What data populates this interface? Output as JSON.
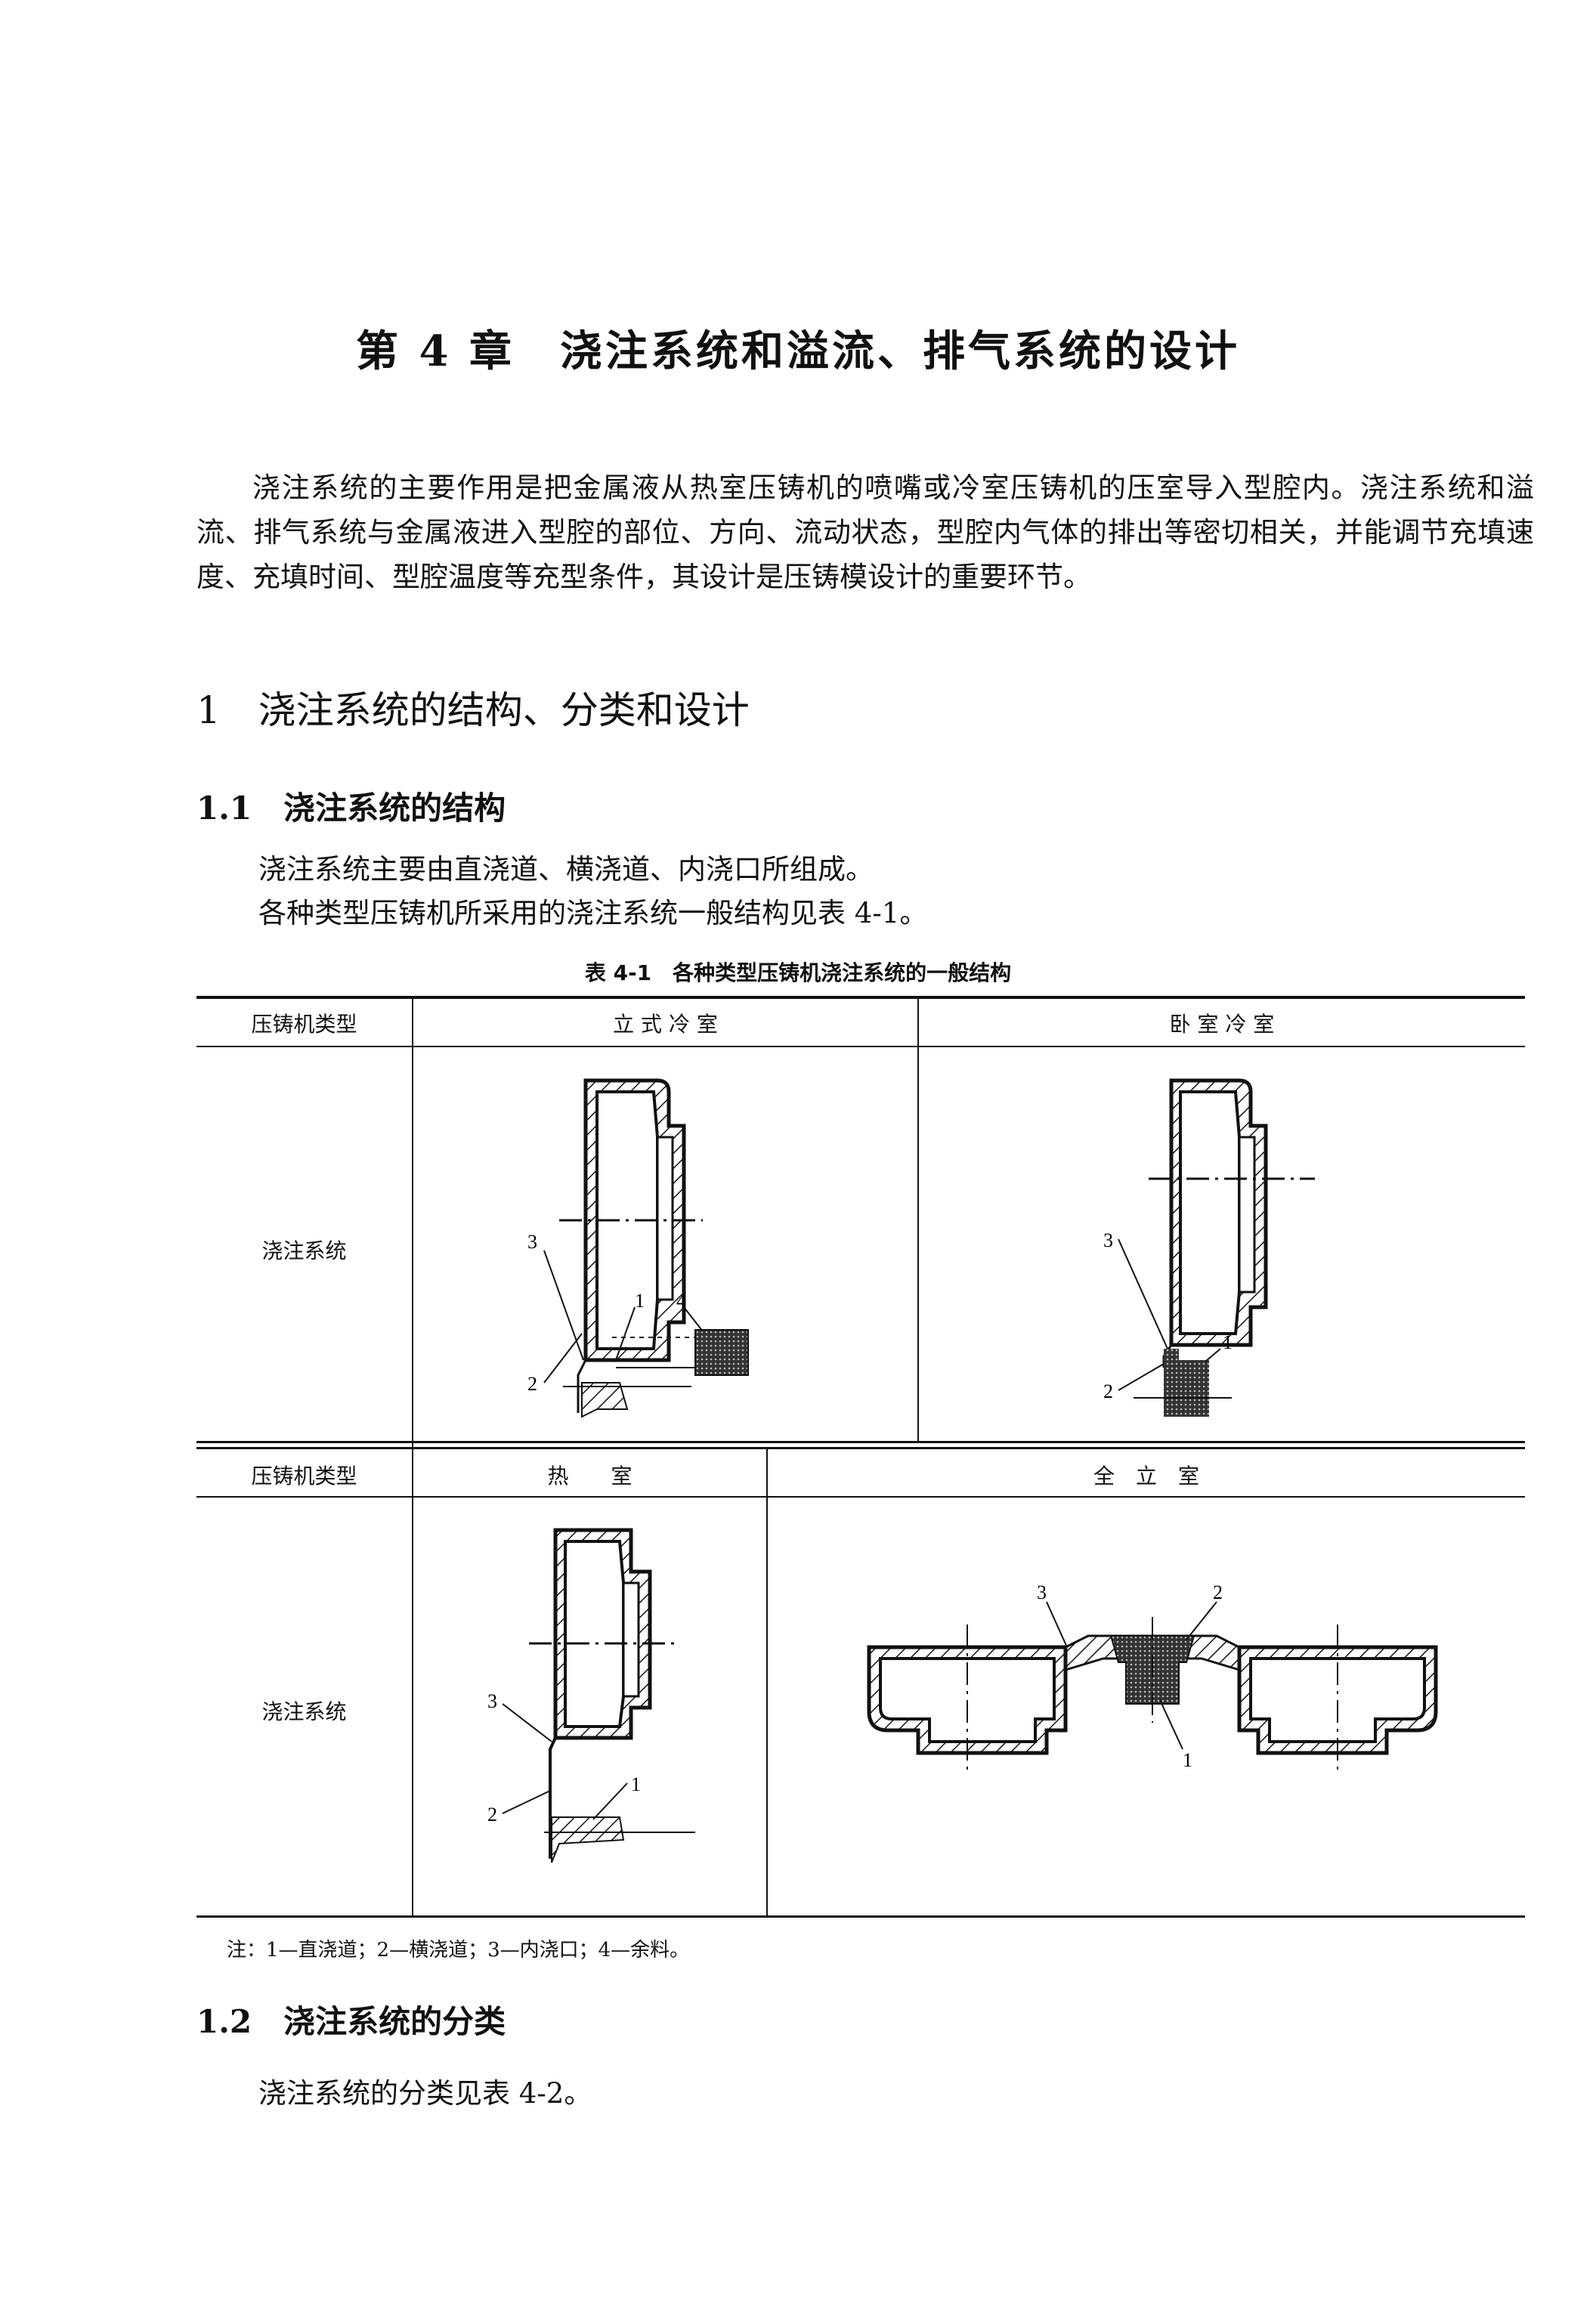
{
  "chapter_title": "第 4 章　浇注系统和溢流、排气系统的设计",
  "intro_paragraph": "浇注系统的主要作用是把金属液从热室压铸机的喷嘴或冷室压铸机的压室导入型腔内。浇注系统和溢流、排气系统与金属液进入型腔的部位、方向、流动状态，型腔内气体的排出等密切相关，并能调节充填速度、充填时间、型腔温度等充型条件，其设计是压铸模设计的重要环节。",
  "section_1": "1　浇注系统的结构、分类和设计",
  "section_1_1": "1.1　浇注系统的结构",
  "s11_line1": "浇注系统主要由直浇道、横浇道、内浇口所组成。",
  "s11_line2": "各种类型压铸机所采用的浇注系统一般结构见表 4-1。",
  "table": {
    "caption": "表 4-1　各种类型压铸机浇注系统的一般结构",
    "row_header": "压铸机类型",
    "row_label": "浇注系统",
    "top_cols": [
      "立 式 冷 室",
      "卧 室 冷 室"
    ],
    "bottom_cols": [
      "热　　室",
      "全　立　室"
    ],
    "callouts": [
      "1",
      "2",
      "3",
      "4"
    ],
    "note": "注：1—直浇道；2—横浇道；3—内浇口；4—余料。"
  },
  "section_1_2": "1.2　浇注系统的分类",
  "s12_line1": "浇注系统的分类见表 4-2。"
}
